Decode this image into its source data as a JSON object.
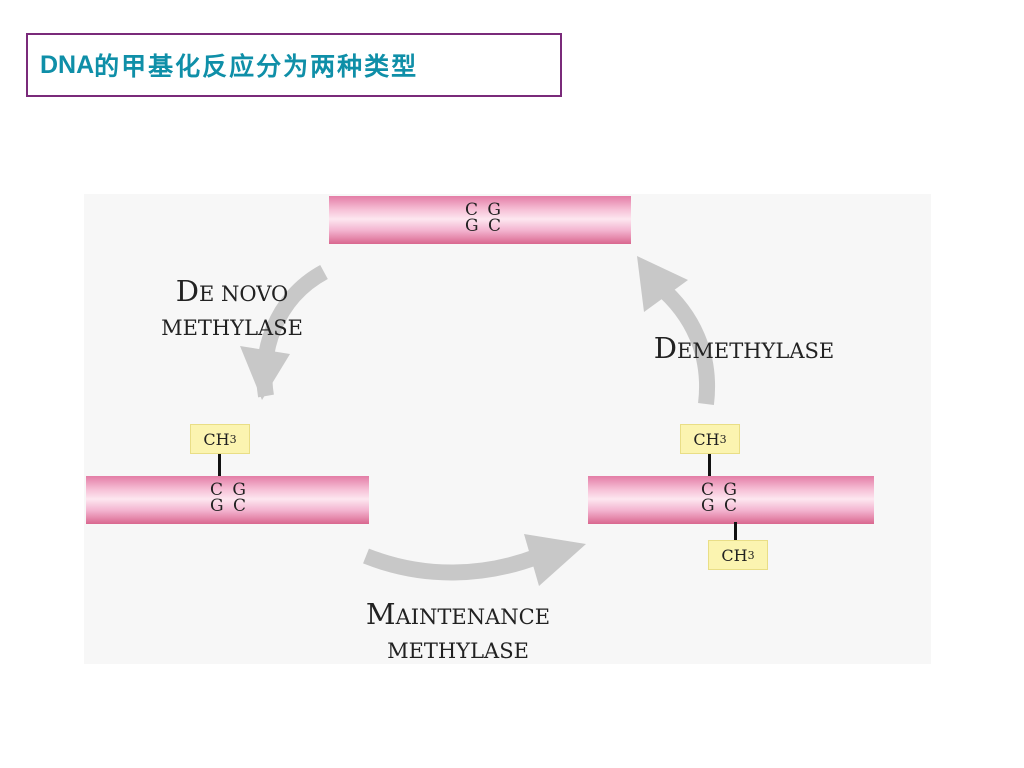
{
  "title": {
    "latin": "DNA",
    "cjk": "的甲基化反应分为两种类型"
  },
  "diagram": {
    "top_strand": {
      "row1": "C G",
      "row2": "G C"
    },
    "hemi_strand": {
      "row1": "C G",
      "row2": "G C",
      "methyl_top": "CH",
      "methyl_top_sub": "3"
    },
    "full_strand": {
      "row1": "C G",
      "row2": "G C",
      "methyl_top": "CH",
      "methyl_top_sub": "3",
      "methyl_bottom": "CH",
      "methyl_bottom_sub": "3"
    },
    "labels": {
      "de_novo": {
        "cap": "D",
        "rest": "E NOVO",
        "line2": "METHYLASE"
      },
      "demethylase": {
        "cap": "D",
        "rest": "EMETHYLASE"
      },
      "maintenance": {
        "cap": "M",
        "rest": "AINTENANCE",
        "line2": "METHYLASE"
      }
    },
    "colors": {
      "strand": "#e890b6",
      "methyl_box": "#fbf4b0",
      "arrow": "#c8c8c8",
      "title": "#0f8fa8"
    }
  }
}
